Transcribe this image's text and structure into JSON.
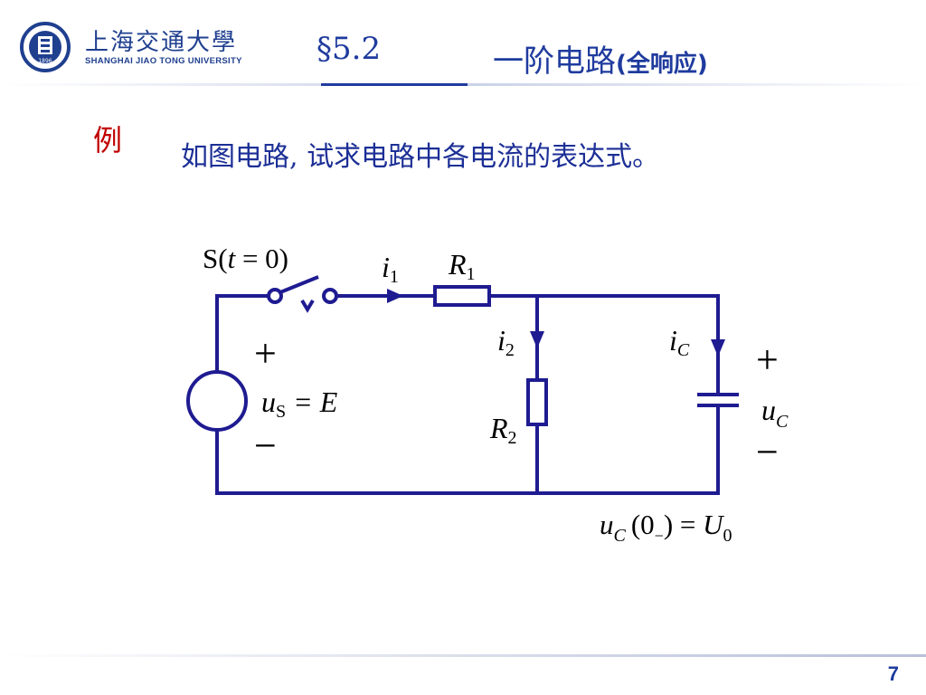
{
  "header": {
    "logo_cn": "上海交通大學",
    "logo_en": "SHANGHAI JIAO TONG UNIVERSITY",
    "seal_year": "1896",
    "section": "§5.2",
    "title_main": "一阶电路",
    "title_sub": "(全响应)"
  },
  "content": {
    "example_label": "例",
    "problem_text": "如图电路, 试求电路中各电流的表达式。"
  },
  "circuit": {
    "switch_label": {
      "prefix": "S(",
      "var": "t",
      "suffix": " = 0)"
    },
    "i1": {
      "base": "i",
      "sub": "1"
    },
    "R1": {
      "base": "R",
      "sub": "1"
    },
    "i2": {
      "base": "i",
      "sub": "2"
    },
    "R2": {
      "base": "R",
      "sub": "2"
    },
    "iC": {
      "base": "i",
      "sub": "C"
    },
    "plus_sign": "+",
    "minus_sign": "−",
    "source_label": {
      "base": "u",
      "sub": "S",
      "rest": " = E"
    },
    "uC": {
      "base": "u",
      "sub": "C"
    },
    "initial_condition": {
      "base": "u",
      "sub": "C",
      "paren_open": "(0",
      "minus_sub": "−",
      "paren_close": ") = ",
      "U": "U",
      "U_sub": "0"
    },
    "colors": {
      "wire": "#1f1b91",
      "text": "#000000"
    }
  },
  "footer": {
    "page_number": "7"
  }
}
